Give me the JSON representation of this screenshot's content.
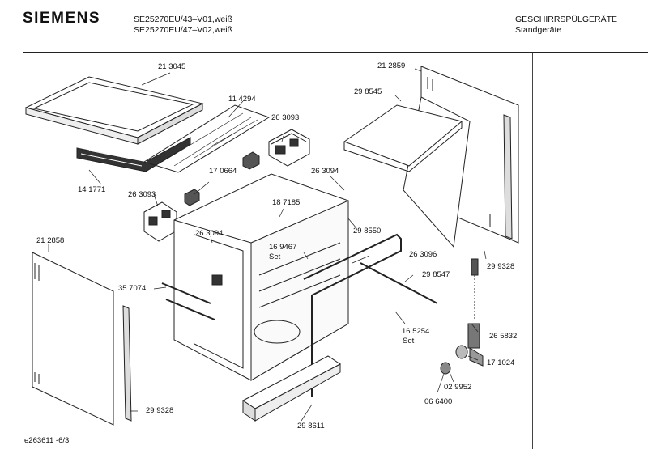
{
  "header": {
    "brand": "SIEMENS",
    "model_line_1": "SE25270EU/43–V01,weiß",
    "model_line_2": "SE25270EU/47–V02,weiß",
    "category_1": "GESCHIRRSPÜLGERÄTE",
    "category_2": "Standgeräte"
  },
  "parts": {
    "p213045": "21 3045",
    "p114294": "11 4294",
    "p141771": "14 1771",
    "p263093a": "26 3093",
    "p170664": "17 0664",
    "p263093b": "26 3093",
    "p187185": "18 7185",
    "p263094a": "26 3094",
    "p263094b": "26 3094",
    "p212859": "21 2859",
    "p298545": "29 8545",
    "p298550": "29 8550",
    "p169467": "16 9467",
    "p169467set": "Set",
    "p263096": "26 3096",
    "p299328r": "29 9328",
    "p298547": "29 8547",
    "p357074": "35 7074",
    "p212858": "21 2858",
    "p165254": "16 5254",
    "p165254set": "Set",
    "p265832": "26 5832",
    "p171024": "17 1024",
    "p029952": "02 9952",
    "p066400": "06 6400",
    "p299328l": "29 9328",
    "p298611": "29 8611"
  },
  "footer": {
    "doc_id": "e263611 -6/3"
  }
}
